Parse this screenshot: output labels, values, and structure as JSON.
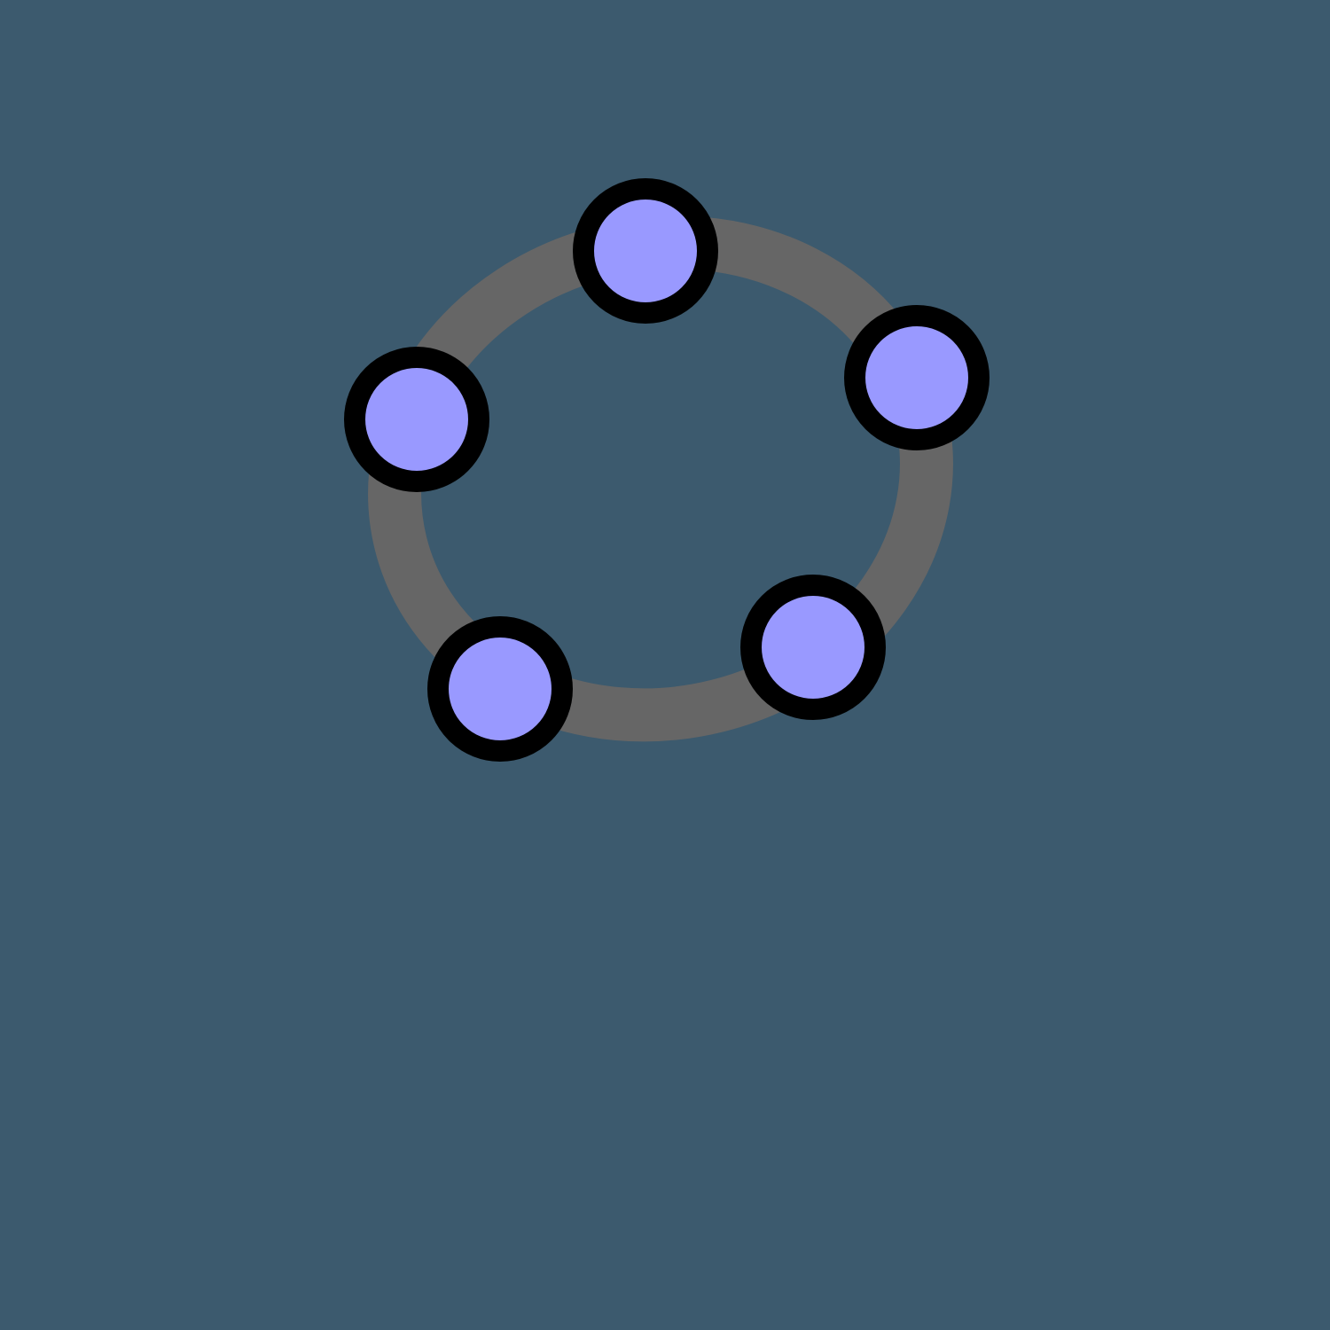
{
  "colors": {
    "background": "#3c5a6e",
    "curve": "#666666",
    "point_fill": "#9999ff",
    "point_stroke": "#000000"
  },
  "icons": {
    "logo": "conic-through-five-points-icon"
  },
  "points": [
    "point-top",
    "point-right",
    "point-lower-right",
    "point-lower-left",
    "point-left"
  ]
}
